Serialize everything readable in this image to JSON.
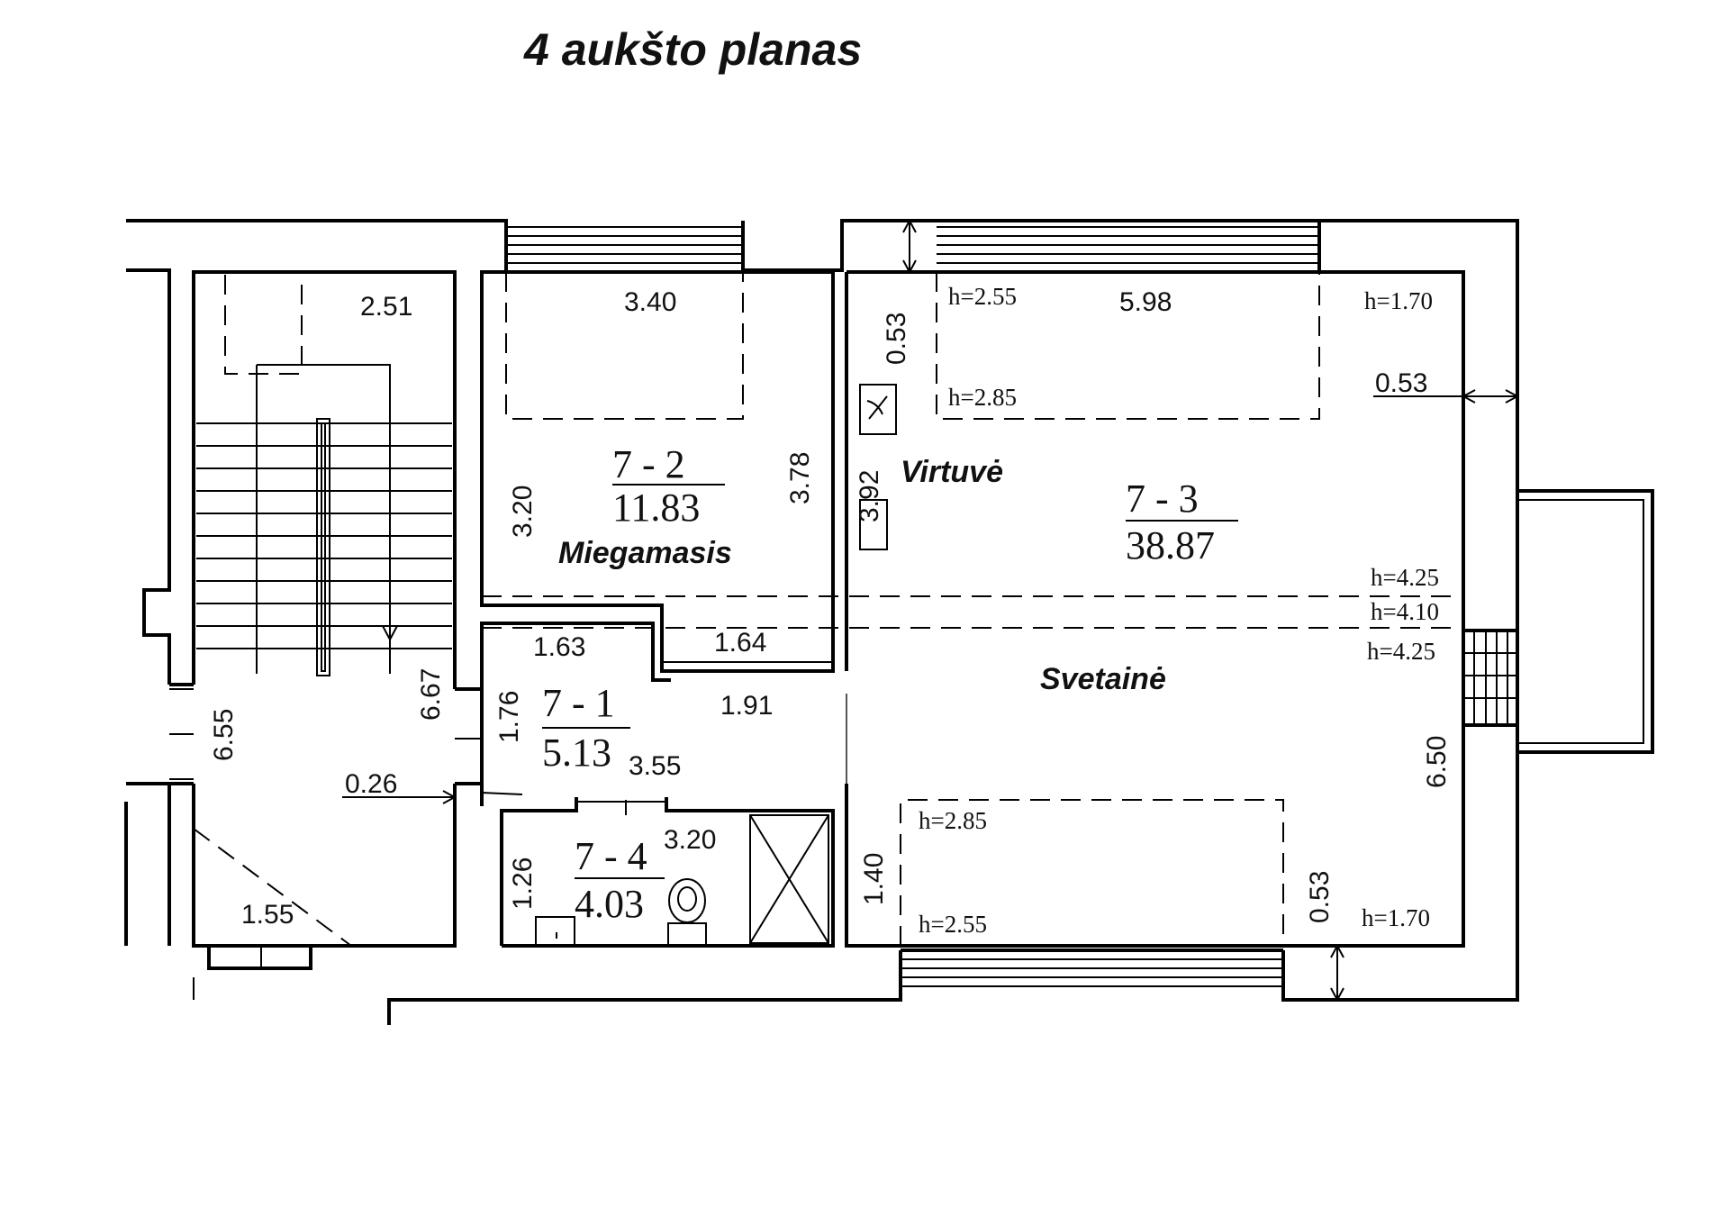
{
  "title": "4 aukšto planas",
  "rooms": {
    "r72": {
      "code": "7 - 2",
      "area": "11.83",
      "name": "Miegamasis"
    },
    "r73": {
      "code": "7 - 3",
      "area": "38.87",
      "name_kitchen": "Virtuvė",
      "name_living": "Svetainė"
    },
    "r71": {
      "code": "7 - 1",
      "area": "5.13"
    },
    "r74": {
      "code": "7 - 4",
      "area": "4.03"
    }
  },
  "dimensions": {
    "stair_top": "2.51",
    "bed_top": "3.40",
    "bed_right": "3.78",
    "bed_left": "3.20",
    "kitchen_top_left": "0.53",
    "kitchen_vert": "3.92",
    "living_top": "5.98",
    "right_wall": "0.53",
    "hall_top_a": "1.63",
    "hall_top_b": "1.64",
    "hall_mid": "1.91",
    "hall_left": "1.76",
    "hall_bottom": "3.55",
    "stair_right": "6.67",
    "stair_left": "6.55",
    "wall_thick": "0.26",
    "stair_bottom": "1.55",
    "bath_top": "3.20",
    "bath_left": "1.26",
    "living_right": "6.50",
    "living_bottom_left": "1.40",
    "living_bottom_right": "0.53"
  },
  "heights": {
    "h_tl_1": "h=2.55",
    "h_tr_1": "h=1.70",
    "h_tl_2": "h=2.85",
    "h_r_1": "h=4.25",
    "h_r_2": "h=4.10",
    "h_r_3": "h=4.25",
    "h_bl_1": "h=2.85",
    "h_bl_2": "h=2.55",
    "h_br_1": "h=1.70"
  }
}
